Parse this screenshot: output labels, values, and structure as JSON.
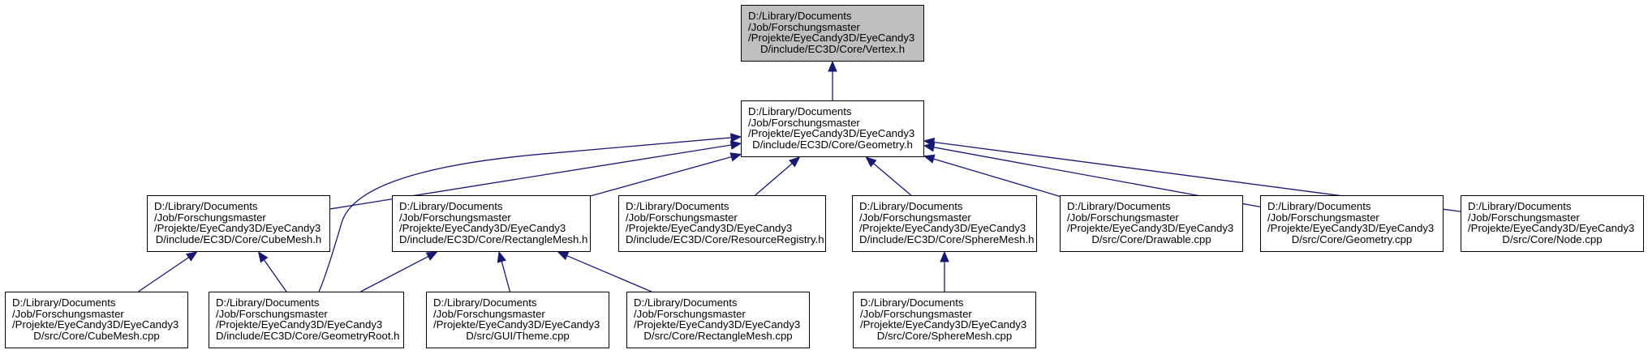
{
  "nodes": {
    "vertex_h": {
      "lines": [
        "D:/Library/Documents",
        "/Job/Forschungsmaster",
        "/Projekte/EyeCandy3D/EyeCandy3",
        "D/include/EC3D/Core/Vertex.h"
      ]
    },
    "geometry_h": {
      "lines": [
        "D:/Library/Documents",
        "/Job/Forschungsmaster",
        "/Projekte/EyeCandy3D/EyeCandy3",
        "D/include/EC3D/Core/Geometry.h"
      ]
    },
    "cubemesh_h": {
      "lines": [
        "D:/Library/Documents",
        "/Job/Forschungsmaster",
        "/Projekte/EyeCandy3D/EyeCandy3",
        "D/include/EC3D/Core/CubeMesh.h"
      ]
    },
    "rectanglemesh_h": {
      "lines": [
        "D:/Library/Documents",
        "/Job/Forschungsmaster",
        "/Projekte/EyeCandy3D/EyeCandy3",
        "D/include/EC3D/Core/RectangleMesh.h"
      ]
    },
    "resourceregistry_h": {
      "lines": [
        "D:/Library/Documents",
        "/Job/Forschungsmaster",
        "/Projekte/EyeCandy3D/EyeCandy3",
        "D/include/EC3D/Core/ResourceRegistry.h"
      ]
    },
    "spheremesh_h": {
      "lines": [
        "D:/Library/Documents",
        "/Job/Forschungsmaster",
        "/Projekte/EyeCandy3D/EyeCandy3",
        "D/include/EC3D/Core/SphereMesh.h"
      ]
    },
    "drawable_cpp": {
      "lines": [
        "D:/Library/Documents",
        "/Job/Forschungsmaster",
        "/Projekte/EyeCandy3D/EyeCandy3",
        "D/src/Core/Drawable.cpp"
      ]
    },
    "geometry_cpp": {
      "lines": [
        "D:/Library/Documents",
        "/Job/Forschungsmaster",
        "/Projekte/EyeCandy3D/EyeCandy3",
        "D/src/Core/Geometry.cpp"
      ]
    },
    "node_cpp": {
      "lines": [
        "D:/Library/Documents",
        "/Job/Forschungsmaster",
        "/Projekte/EyeCandy3D/EyeCandy3",
        "D/src/Core/Node.cpp"
      ]
    },
    "cubemesh_cpp": {
      "lines": [
        "D:/Library/Documents",
        "/Job/Forschungsmaster",
        "/Projekte/EyeCandy3D/EyeCandy3",
        "D/src/Core/CubeMesh.cpp"
      ]
    },
    "geometryroot_h": {
      "lines": [
        "D:/Library/Documents",
        "/Job/Forschungsmaster",
        "/Projekte/EyeCandy3D/EyeCandy3",
        "D/include/EC3D/Core/GeometryRoot.h"
      ]
    },
    "theme_cpp": {
      "lines": [
        "D:/Library/Documents",
        "/Job/Forschungsmaster",
        "/Projekte/EyeCandy3D/EyeCandy3",
        "D/src/GUI/Theme.cpp"
      ]
    },
    "rectanglemesh_cpp": {
      "lines": [
        "D:/Library/Documents",
        "/Job/Forschungsmaster",
        "/Projekte/EyeCandy3D/EyeCandy3",
        "D/src/Core/RectangleMesh.cpp"
      ]
    },
    "spheremesh_cpp": {
      "lines": [
        "D:/Library/Documents",
        "/Job/Forschungsmaster",
        "/Projekte/EyeCandy3D/EyeCandy3",
        "D/src/Core/SphereMesh.cpp"
      ]
    }
  },
  "edges": [
    {
      "from": "geometry_h",
      "to": "vertex_h"
    },
    {
      "from": "cubemesh_h",
      "to": "geometry_h"
    },
    {
      "from": "geometryroot_h",
      "to": "geometry_h"
    },
    {
      "from": "rectanglemesh_h",
      "to": "geometry_h"
    },
    {
      "from": "resourceregistry_h",
      "to": "geometry_h"
    },
    {
      "from": "spheremesh_h",
      "to": "geometry_h"
    },
    {
      "from": "drawable_cpp",
      "to": "geometry_h"
    },
    {
      "from": "geometry_cpp",
      "to": "geometry_h"
    },
    {
      "from": "node_cpp",
      "to": "geometry_h"
    },
    {
      "from": "cubemesh_cpp",
      "to": "cubemesh_h"
    },
    {
      "from": "geometryroot_h",
      "to": "cubemesh_h"
    },
    {
      "from": "geometryroot_h",
      "to": "rectanglemesh_h"
    },
    {
      "from": "theme_cpp",
      "to": "rectanglemesh_h"
    },
    {
      "from": "rectanglemesh_cpp",
      "to": "rectanglemesh_h"
    },
    {
      "from": "spheremesh_cpp",
      "to": "spheremesh_h"
    }
  ],
  "colors": {
    "edge": "#191970",
    "root_fill": "#bfbfbf",
    "node_fill": "#ffffff",
    "border": "#000000"
  }
}
